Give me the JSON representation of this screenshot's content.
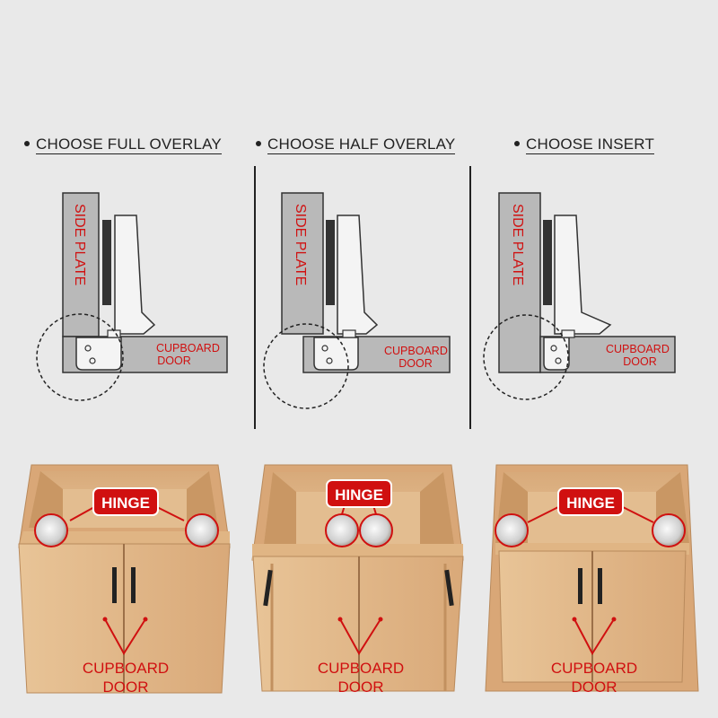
{
  "headings": [
    "CHOOSE FULL OVERLAY",
    "CHOOSE HALF OVERLAY",
    "CHOOSE INSERT"
  ],
  "diagram_labels": {
    "side_plate": "SIDE PLATE",
    "cupboard": "CUPBOARD",
    "door": "DOOR"
  },
  "photo_labels": {
    "hinge": "HINGE",
    "cupboard": "CUPBOARD",
    "door": "DOOR"
  },
  "colors": {
    "background": "#e9e9e9",
    "accent_red": "#d01010",
    "plate_gray": "#b9b9b9",
    "wood": "#e2b98a"
  }
}
